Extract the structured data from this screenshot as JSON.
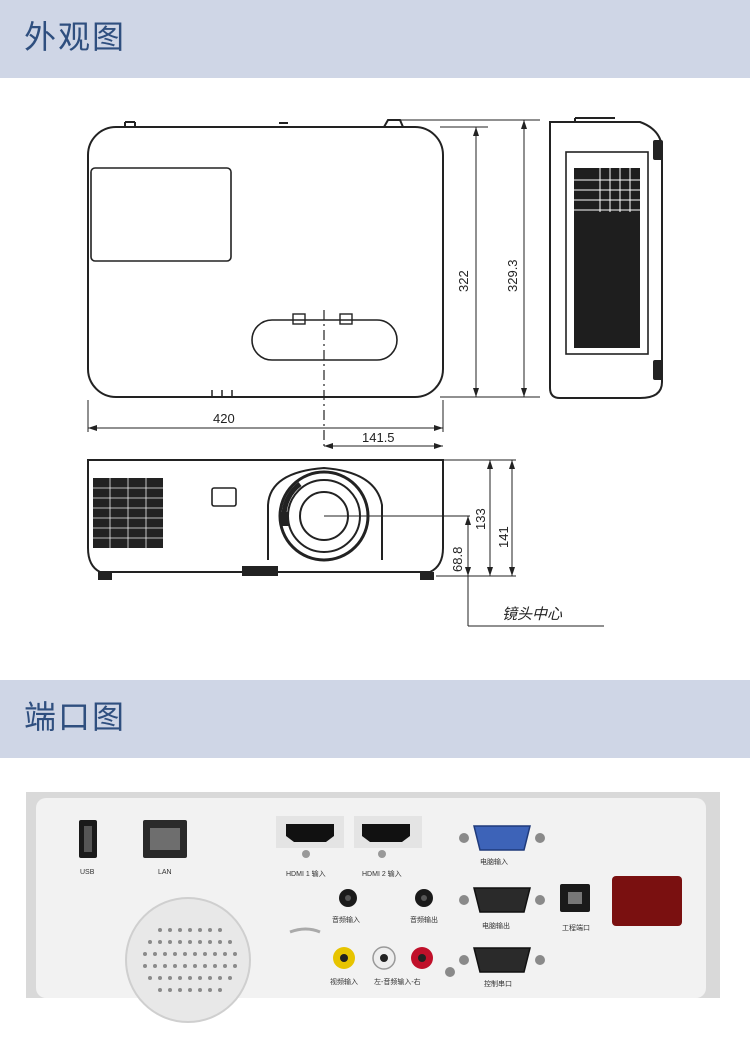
{
  "sections": {
    "appearance_title": "外观图",
    "ports_title": "端口图"
  },
  "dimensions": {
    "width_top": "420",
    "depth_inner": "322",
    "depth_outer": "329.3",
    "lens_offset": "141.5",
    "height_inner": "133",
    "height_outer": "141",
    "lens_height": "68.8",
    "lens_center_label": "镜头中心"
  },
  "ports": {
    "usb": "USB",
    "lan": "LAN",
    "hdmi1": "HDMI 1 输入",
    "hdmi2": "HDMI 2 输入",
    "pc_in": "电脑输入",
    "audio_in": "音频输入",
    "audio_out": "音频输出",
    "monitor_out": "电脑输出",
    "service": "工程端口",
    "video_in": "视频输入",
    "audio_lr_in": "左-音频输入-右",
    "control": "控制串口"
  },
  "colors": {
    "band": "#cfd6e6",
    "title": "#2f4f7f",
    "line": "#222222",
    "vga_blue": "#3d63b8",
    "ir_red": "#7a1010"
  }
}
